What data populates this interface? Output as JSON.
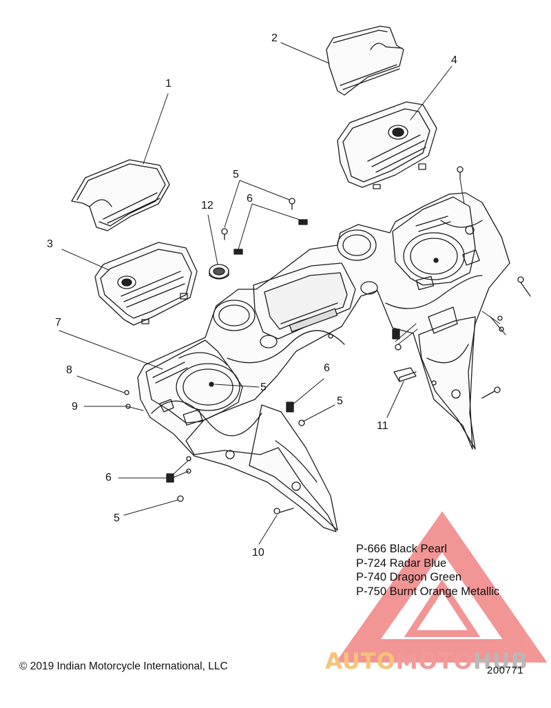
{
  "callouts": {
    "c1": "1",
    "c2": "2",
    "c3": "3",
    "c4": "4",
    "c5a": "5",
    "c5b": "5",
    "c5c": "5",
    "c5d": "5",
    "c6a": "6",
    "c6b": "6",
    "c6c": "6",
    "c7": "7",
    "c8": "8",
    "c9": "9",
    "c10": "10",
    "c11": "11",
    "c12": "12"
  },
  "paint_codes": [
    "P-666 Black Pearl",
    "P-724 Radar Blue",
    "P-740 Dragon Green",
    "P-750 Burnt Orange Metallic"
  ],
  "copyright": "© 2019 Indian Motorcycle International, LLC",
  "diagram_id": "200771",
  "watermark": {
    "part1": "AUTO",
    "part2": "MOTO",
    "part3": "HUB",
    "colors": {
      "triangle": "#e94040",
      "auto": "#f5a623",
      "moto": "#e94040",
      "hub": "#9b9b9b"
    }
  },
  "line_color": "#1a1a1a"
}
